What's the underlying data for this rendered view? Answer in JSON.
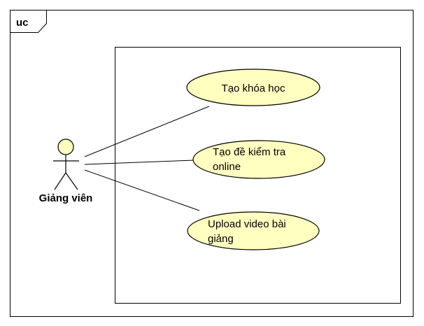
{
  "frame": {
    "tag": "uc"
  },
  "actor": {
    "name": "Giảng viên"
  },
  "use_cases": [
    {
      "lines": [
        "Tạo khóa học"
      ]
    },
    {
      "lines": [
        "Tạo đề kiểm tra",
        "online"
      ]
    },
    {
      "lines": [
        "Upload video bài",
        "giảng"
      ]
    }
  ],
  "colors": {
    "use_case_fill": "#ffffc0",
    "actor_fill": "#ffffc0",
    "line": "#000000",
    "background": "#ffffff"
  }
}
